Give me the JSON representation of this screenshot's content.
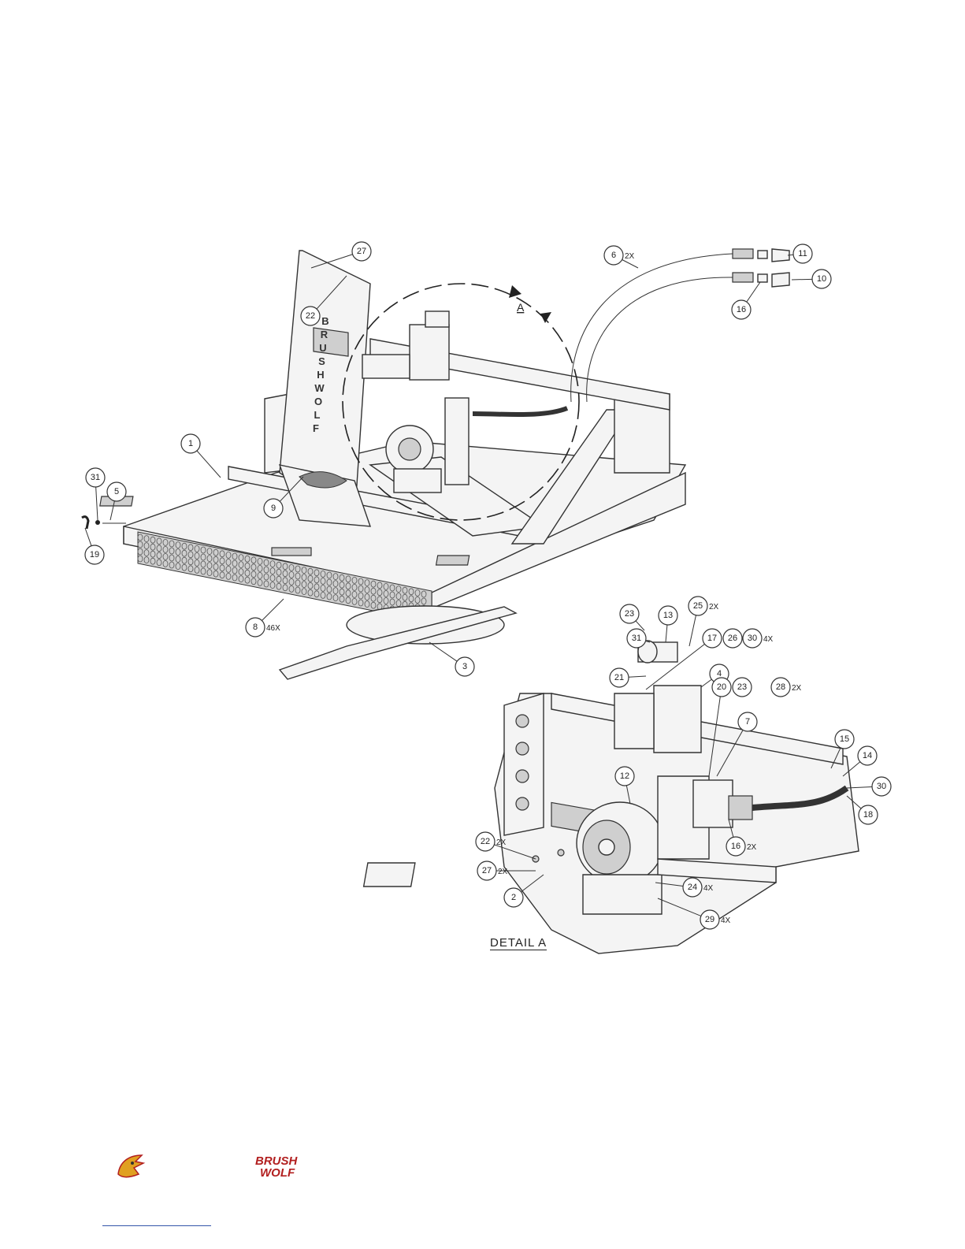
{
  "detail_title": "DETAIL A",
  "view_marker": "A",
  "decal_letters": [
    "B",
    "R",
    "U",
    "S",
    "H",
    "W",
    "O",
    "L",
    "F"
  ],
  "logo": {
    "line1": "BRUSH",
    "line2": "WOLF",
    "color": "#b21f1f"
  },
  "callouts_main": [
    {
      "id": "c1",
      "num": "1",
      "qty": ""
    },
    {
      "id": "c3",
      "num": "3",
      "qty": ""
    },
    {
      "id": "c5",
      "num": "5",
      "qty": ""
    },
    {
      "id": "c6",
      "num": "6",
      "qty": "2X"
    },
    {
      "id": "c8",
      "num": "8",
      "qty": "46X"
    },
    {
      "id": "c9",
      "num": "9",
      "qty": ""
    },
    {
      "id": "c10",
      "num": "10",
      "qty": ""
    },
    {
      "id": "c11",
      "num": "11",
      "qty": ""
    },
    {
      "id": "c16a",
      "num": "16",
      "qty": ""
    },
    {
      "id": "c19",
      "num": "19",
      "qty": ""
    },
    {
      "id": "c22a",
      "num": "22",
      "qty": ""
    },
    {
      "id": "c27a",
      "num": "27",
      "qty": ""
    },
    {
      "id": "c31a",
      "num": "31",
      "qty": ""
    }
  ],
  "callouts_detail": [
    {
      "id": "d2",
      "num": "2",
      "qty": ""
    },
    {
      "id": "d4",
      "num": "4",
      "qty": ""
    },
    {
      "id": "d7",
      "num": "7",
      "qty": ""
    },
    {
      "id": "d12",
      "num": "12",
      "qty": ""
    },
    {
      "id": "d13",
      "num": "13",
      "qty": ""
    },
    {
      "id": "d14",
      "num": "14",
      "qty": ""
    },
    {
      "id": "d15",
      "num": "15",
      "qty": ""
    },
    {
      "id": "d16",
      "num": "16",
      "qty": "2X"
    },
    {
      "id": "d17",
      "num": "17",
      "qty": ""
    },
    {
      "id": "d18",
      "num": "18",
      "qty": ""
    },
    {
      "id": "d20",
      "num": "20",
      "qty": ""
    },
    {
      "id": "d21",
      "num": "21",
      "qty": ""
    },
    {
      "id": "d22",
      "num": "22",
      "qty": "2X"
    },
    {
      "id": "d23a",
      "num": "23",
      "qty": ""
    },
    {
      "id": "d23b",
      "num": "23",
      "qty": ""
    },
    {
      "id": "d24",
      "num": "24",
      "qty": "4X"
    },
    {
      "id": "d25",
      "num": "25",
      "qty": "2X"
    },
    {
      "id": "d26",
      "num": "26",
      "qty": ""
    },
    {
      "id": "d27",
      "num": "27",
      "qty": "2X"
    },
    {
      "id": "d28",
      "num": "28",
      "qty": "2X"
    },
    {
      "id": "d29",
      "num": "29",
      "qty": "4X"
    },
    {
      "id": "d30a",
      "num": "30",
      "qty": "4X"
    },
    {
      "id": "d30b",
      "num": "30",
      "qty": ""
    },
    {
      "id": "d31",
      "num": "31",
      "qty": ""
    }
  ]
}
